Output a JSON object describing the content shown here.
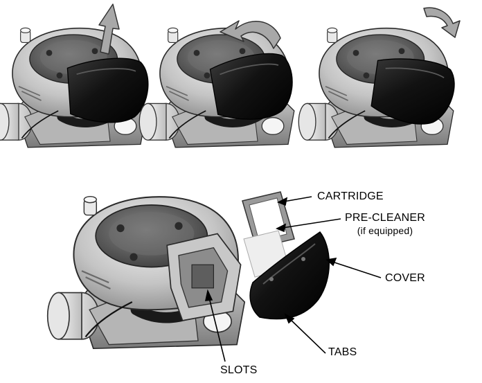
{
  "labels": {
    "cartridge": "CARTRIDGE",
    "pre_cleaner": "PRE-CLEANER",
    "pre_cleaner_note": "(if equipped)",
    "cover": "COVER",
    "tabs": "TABS",
    "slots": "SLOTS"
  },
  "colors": {
    "engine_light": "#d9d9d9",
    "engine_mid": "#a9a9a9",
    "engine_dark": "#5a5a5a",
    "cover_black": "#111111",
    "arrow_gray": "#a8a8a8",
    "outline": "#222222"
  },
  "icons": {
    "step1_arrow": "up-arrow-icon",
    "step2_arrow": "rotate-left-arrow-icon",
    "step3_arrow": "curved-down-arrow-icon"
  }
}
